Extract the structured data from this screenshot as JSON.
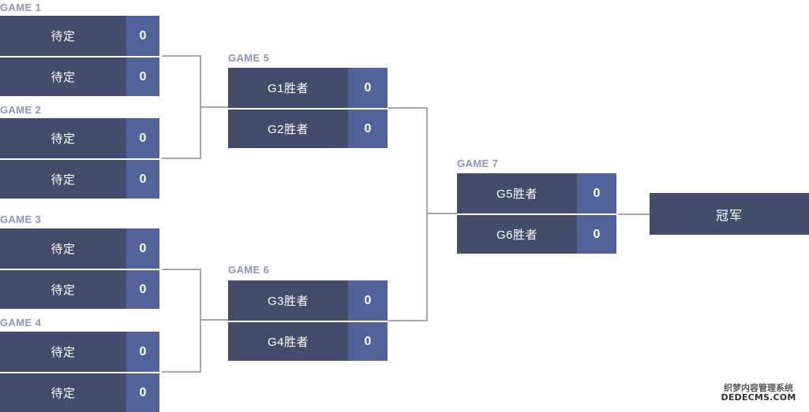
{
  "meta": {
    "title": "单淘汰赛赛程图",
    "colors": {
      "background": "#ffffff",
      "team_cell": "#454c6b",
      "score_cell": "#52639c",
      "label": "#8b93c4",
      "connector": "#a8a8a8",
      "text": "#ffffff"
    }
  },
  "rounds": [
    {
      "name": "round-1",
      "matches": [
        {
          "label": "GAME 1",
          "slots": [
            {
              "team": "待定",
              "score": "0"
            },
            {
              "team": "待定",
              "score": "0"
            }
          ]
        },
        {
          "label": "GAME 2",
          "slots": [
            {
              "team": "待定",
              "score": "0"
            },
            {
              "team": "待定",
              "score": "0"
            }
          ]
        },
        {
          "label": "GAME 3",
          "slots": [
            {
              "team": "待定",
              "score": "0"
            },
            {
              "team": "待定",
              "score": "0"
            }
          ]
        },
        {
          "label": "GAME 4",
          "slots": [
            {
              "team": "待定",
              "score": "0"
            },
            {
              "team": "待定",
              "score": "0"
            }
          ]
        }
      ]
    },
    {
      "name": "round-2",
      "matches": [
        {
          "label": "GAME 5",
          "slots": [
            {
              "team": "G1胜者",
              "score": "0"
            },
            {
              "team": "G2胜者",
              "score": "0"
            }
          ]
        },
        {
          "label": "GAME 6",
          "slots": [
            {
              "team": "G3胜者",
              "score": "0"
            },
            {
              "team": "G4胜者",
              "score": "0"
            }
          ]
        }
      ]
    },
    {
      "name": "round-3",
      "matches": [
        {
          "label": "GAME 7",
          "slots": [
            {
              "team": "G5胜者",
              "score": "0"
            },
            {
              "team": "G6胜者",
              "score": "0"
            }
          ]
        }
      ]
    }
  ],
  "champion": {
    "label": "冠军"
  },
  "watermark": {
    "line1": "织梦内容管理系统",
    "line2": "DEDECMS.COM"
  }
}
